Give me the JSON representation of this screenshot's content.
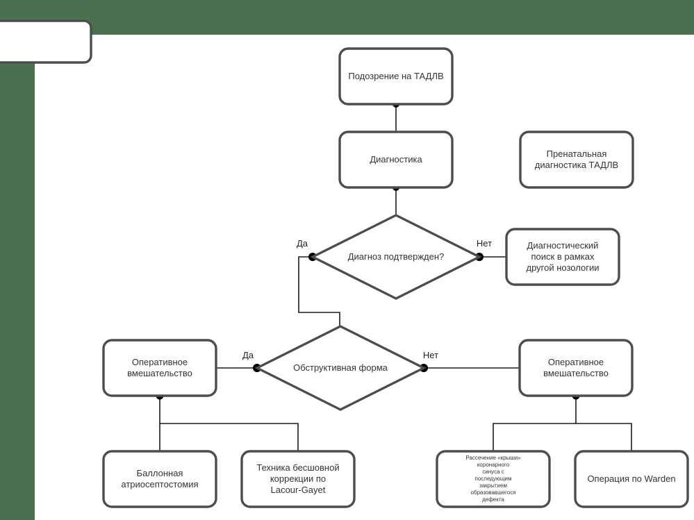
{
  "canvas": {
    "background_color": "#ffffff",
    "frame_color": "#4b7050",
    "node_stroke_color": "#4d4d4d",
    "connector_color": "#1a1a1a",
    "text_color": "#333333"
  },
  "diagram": {
    "type": "flowchart",
    "title_language": "ru",
    "nodes": [
      {
        "id": "clipped-box",
        "shape": "rounded-rect",
        "label": "",
        "note": "partially visible box clipped at top-left of canvas"
      },
      {
        "id": "suspicion",
        "shape": "rounded-rect",
        "label": "Подозрение на ТАДЛВ"
      },
      {
        "id": "diagnostics",
        "shape": "rounded-rect",
        "label": "Диагностика"
      },
      {
        "id": "prenatal",
        "shape": "rounded-rect",
        "label": "Пренатальная\nдиагностика ТАДЛВ"
      },
      {
        "id": "confirmed",
        "shape": "diamond",
        "label": "Диагноз подтвержден?"
      },
      {
        "id": "other-nosology",
        "shape": "rounded-rect",
        "label": "Диагностический\nпоиск в рамках\nдругой нозологии"
      },
      {
        "id": "obstructive",
        "shape": "diamond",
        "label": "Обструктивная форма"
      },
      {
        "id": "surgery-left",
        "shape": "rounded-rect",
        "label": "Оперативное\nвмешательство"
      },
      {
        "id": "surgery-right",
        "shape": "rounded-rect",
        "label": "Оперативное\nвмешательство"
      },
      {
        "id": "balloon",
        "shape": "rounded-rect",
        "label": "Баллонная\nатриосептостомия"
      },
      {
        "id": "lacour-gayet",
        "shape": "rounded-rect",
        "label": "Техника бесшовной\nкоррекции по\nLacour-Gayet"
      },
      {
        "id": "coronary-sinus",
        "shape": "rounded-rect",
        "label": "Рассечение «крыши»\nкоронарного\nсинуса с\nпоследующим\nзакрытием\nобразовавшегося\nдефекта"
      },
      {
        "id": "warden",
        "shape": "rounded-rect",
        "label": "Операция по Warden"
      }
    ],
    "edge_labels": {
      "confirmed_yes": "Да",
      "confirmed_no": "Нет",
      "obstructive_yes": "Да",
      "obstructive_no": "Нет"
    }
  }
}
